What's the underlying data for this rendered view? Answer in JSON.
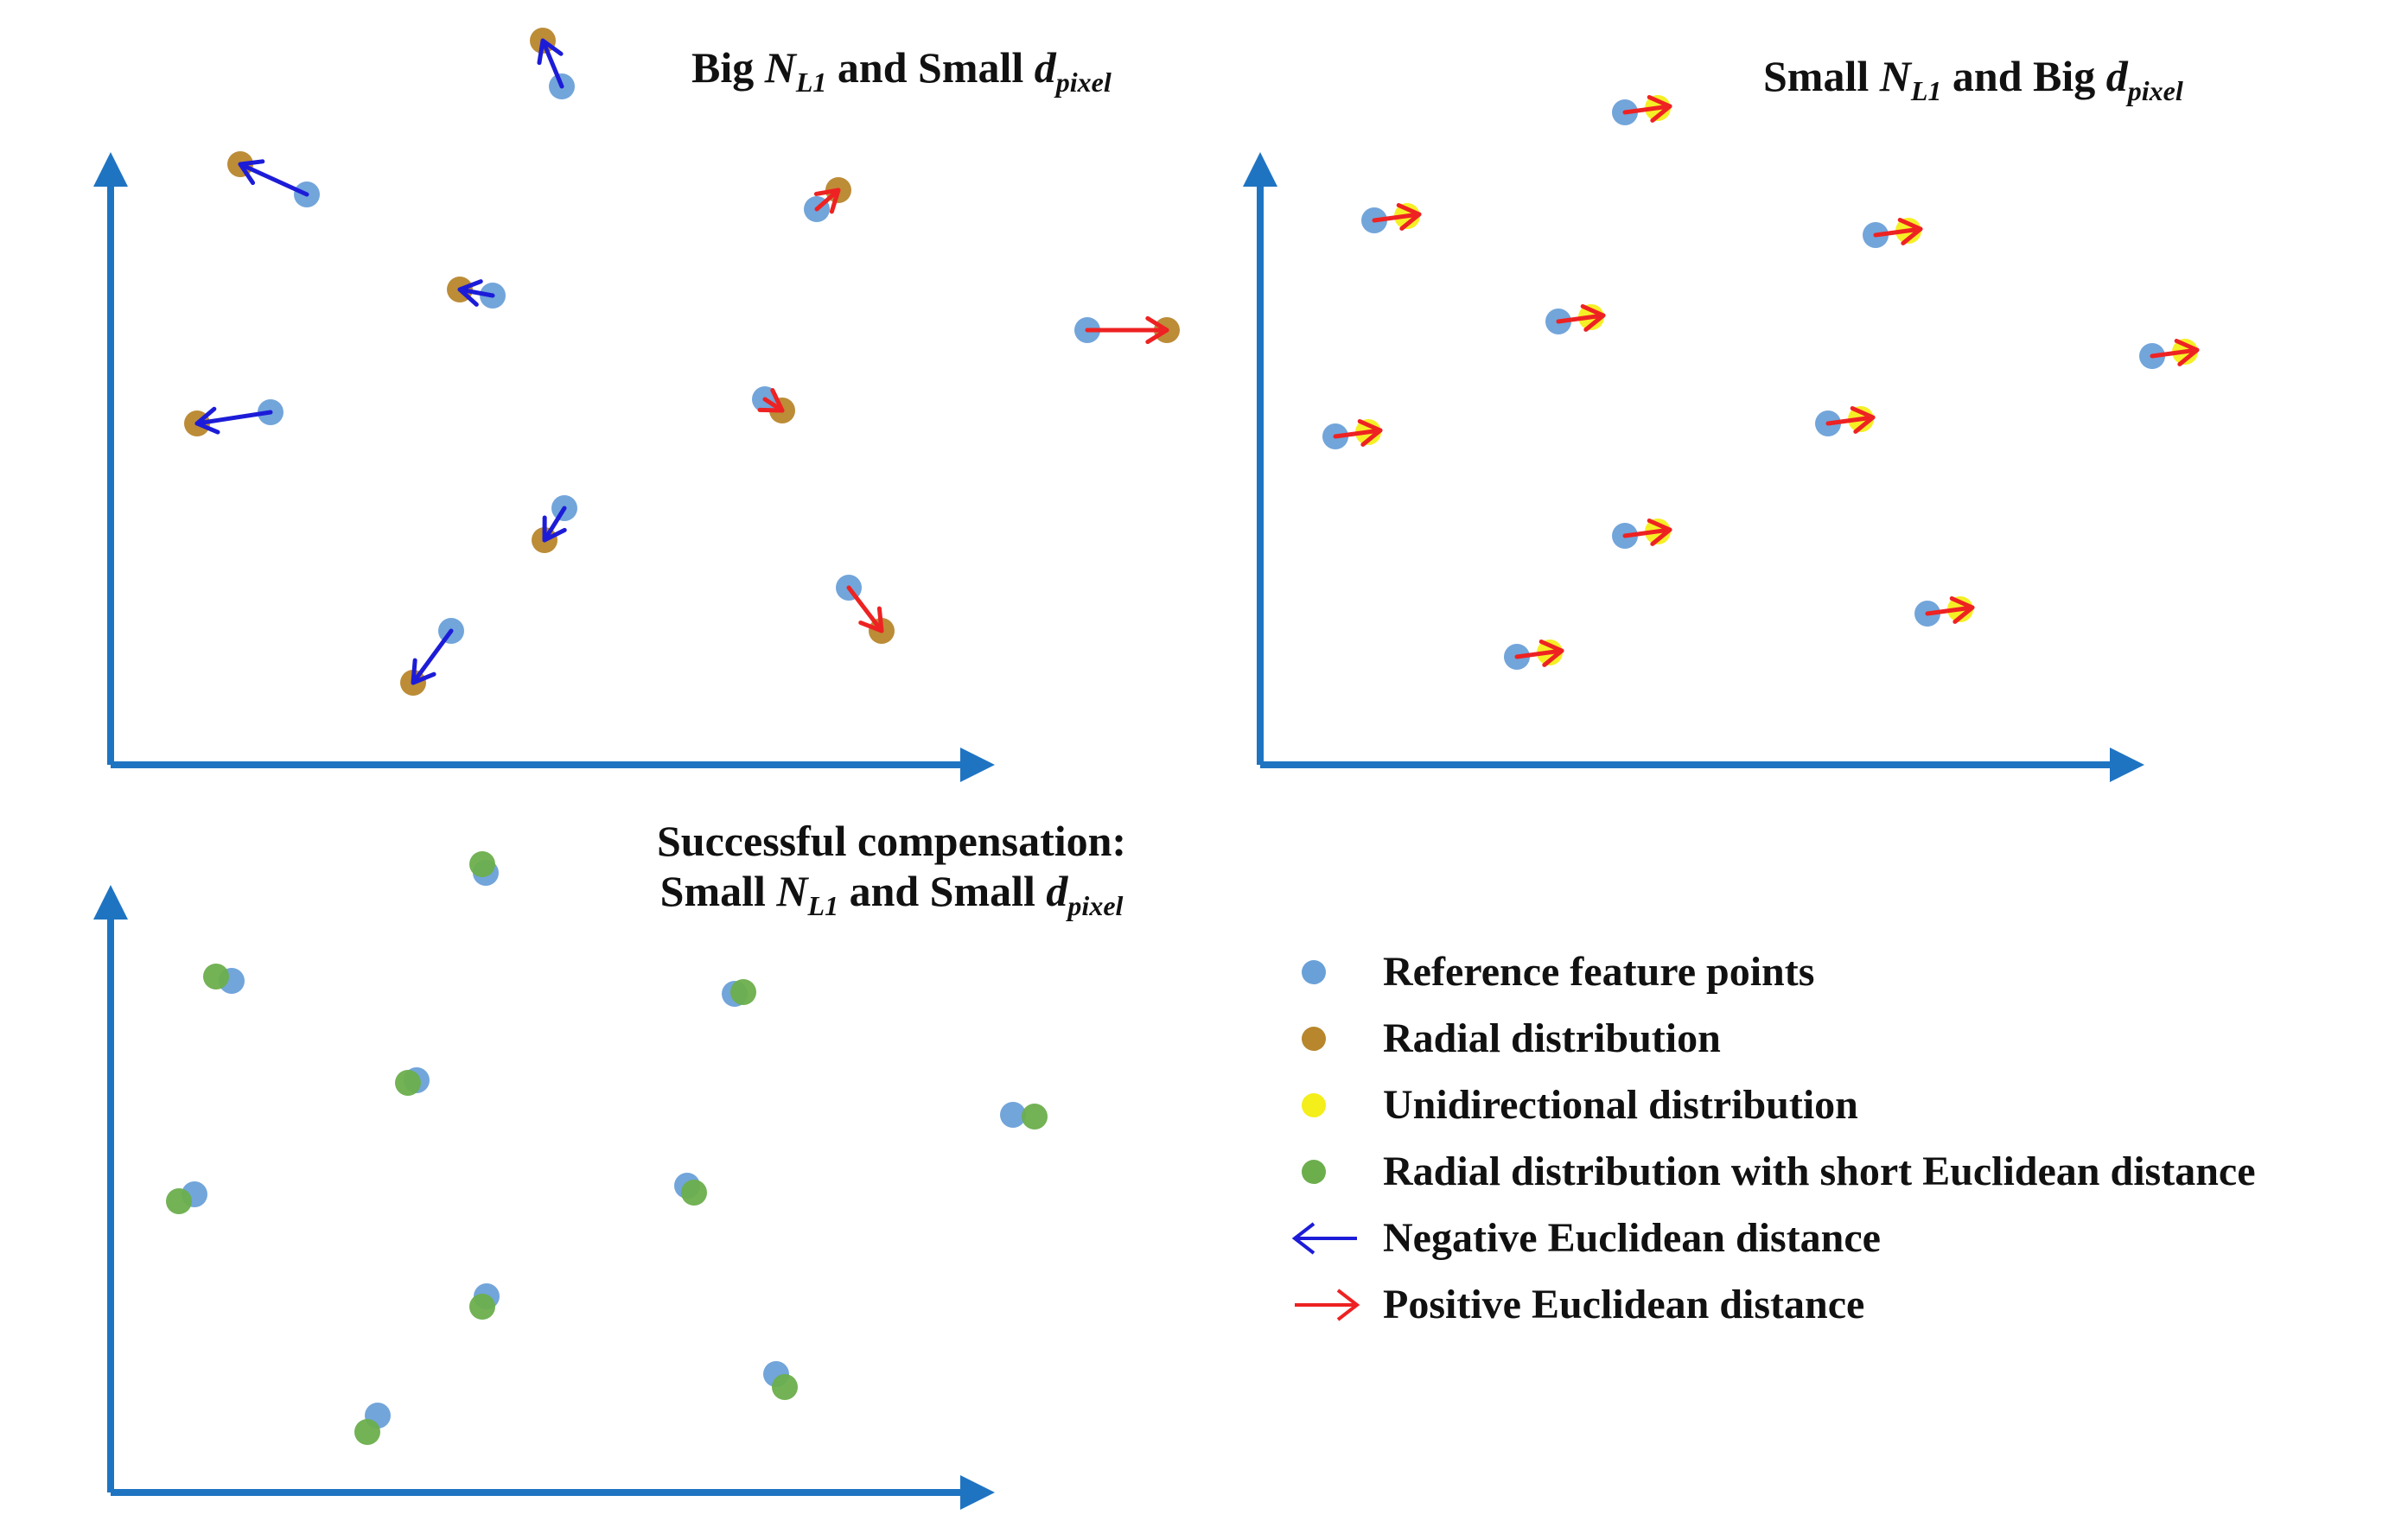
{
  "colors": {
    "axis": "#1f74c2",
    "reference": "#6aa0d8",
    "radial": "#b8862c",
    "unidirectional": "#f4ee1a",
    "radial_short": "#6cae4c",
    "negative": "#1c1cd8",
    "positive": "#ee2222"
  },
  "panels": {
    "top_left": {
      "title_main": "Big ",
      "title_n": "N",
      "title_n_sub": "L1",
      "title_mid": " and Small ",
      "title_d": "d",
      "title_d_sub": "pixel"
    },
    "top_right": {
      "title_main": "Small ",
      "title_n": "N",
      "title_n_sub": "L1",
      "title_mid": " and Big ",
      "title_d": "d",
      "title_d_sub": "pixel"
    },
    "bottom_left": {
      "title_line1": "Successful compensation:",
      "title_main": "Small ",
      "title_n": "N",
      "title_n_sub": "L1",
      "title_mid": " and Small ",
      "title_d": "d",
      "title_d_sub": "pixel"
    }
  },
  "legend": [
    {
      "kind": "dot",
      "color_key": "reference",
      "label": "Reference feature points"
    },
    {
      "kind": "dot",
      "color_key": "radial",
      "label": "Radial distribution"
    },
    {
      "kind": "dot",
      "color_key": "unidirectional",
      "label": "Unidirectional distribution"
    },
    {
      "kind": "dot",
      "color_key": "radial_short",
      "label": "Radial distribution with short Euclidean distance"
    },
    {
      "kind": "arrow",
      "color_key": "negative",
      "label": "Negative Euclidean distance"
    },
    {
      "kind": "arrow",
      "color_key": "positive",
      "label": "Positive Euclidean distance"
    }
  ]
}
